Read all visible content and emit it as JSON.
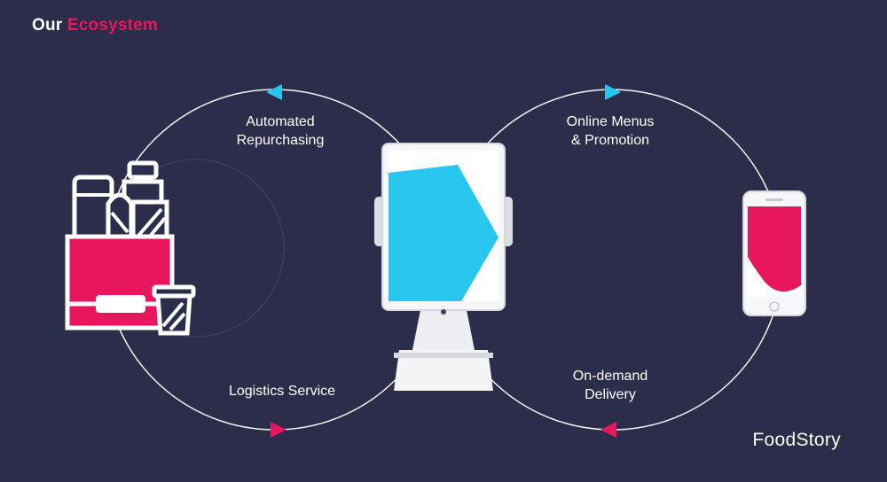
{
  "header": {
    "title_prefix": "Our",
    "title_accent": "Ecosystem"
  },
  "cycle_labels": {
    "top_left_line1": "Automated",
    "top_left_line2": "Repurchasing",
    "bottom_left": "Logistics Service",
    "top_right_line1": "Online Menus",
    "top_right_line2": "& Promotion",
    "bottom_right_line1": "On-demand",
    "bottom_right_line2": "Delivery"
  },
  "brand": {
    "name": "FoodStory"
  },
  "colors": {
    "background": "#2b2d4b",
    "accent_pink": "#e8175d",
    "accent_cyan": "#29c6f0",
    "line": "#ffffff"
  },
  "icons": {
    "left": "grocery-bag-icon",
    "center": "tablet-pos-stand-icon",
    "right": "smartphone-icon"
  }
}
